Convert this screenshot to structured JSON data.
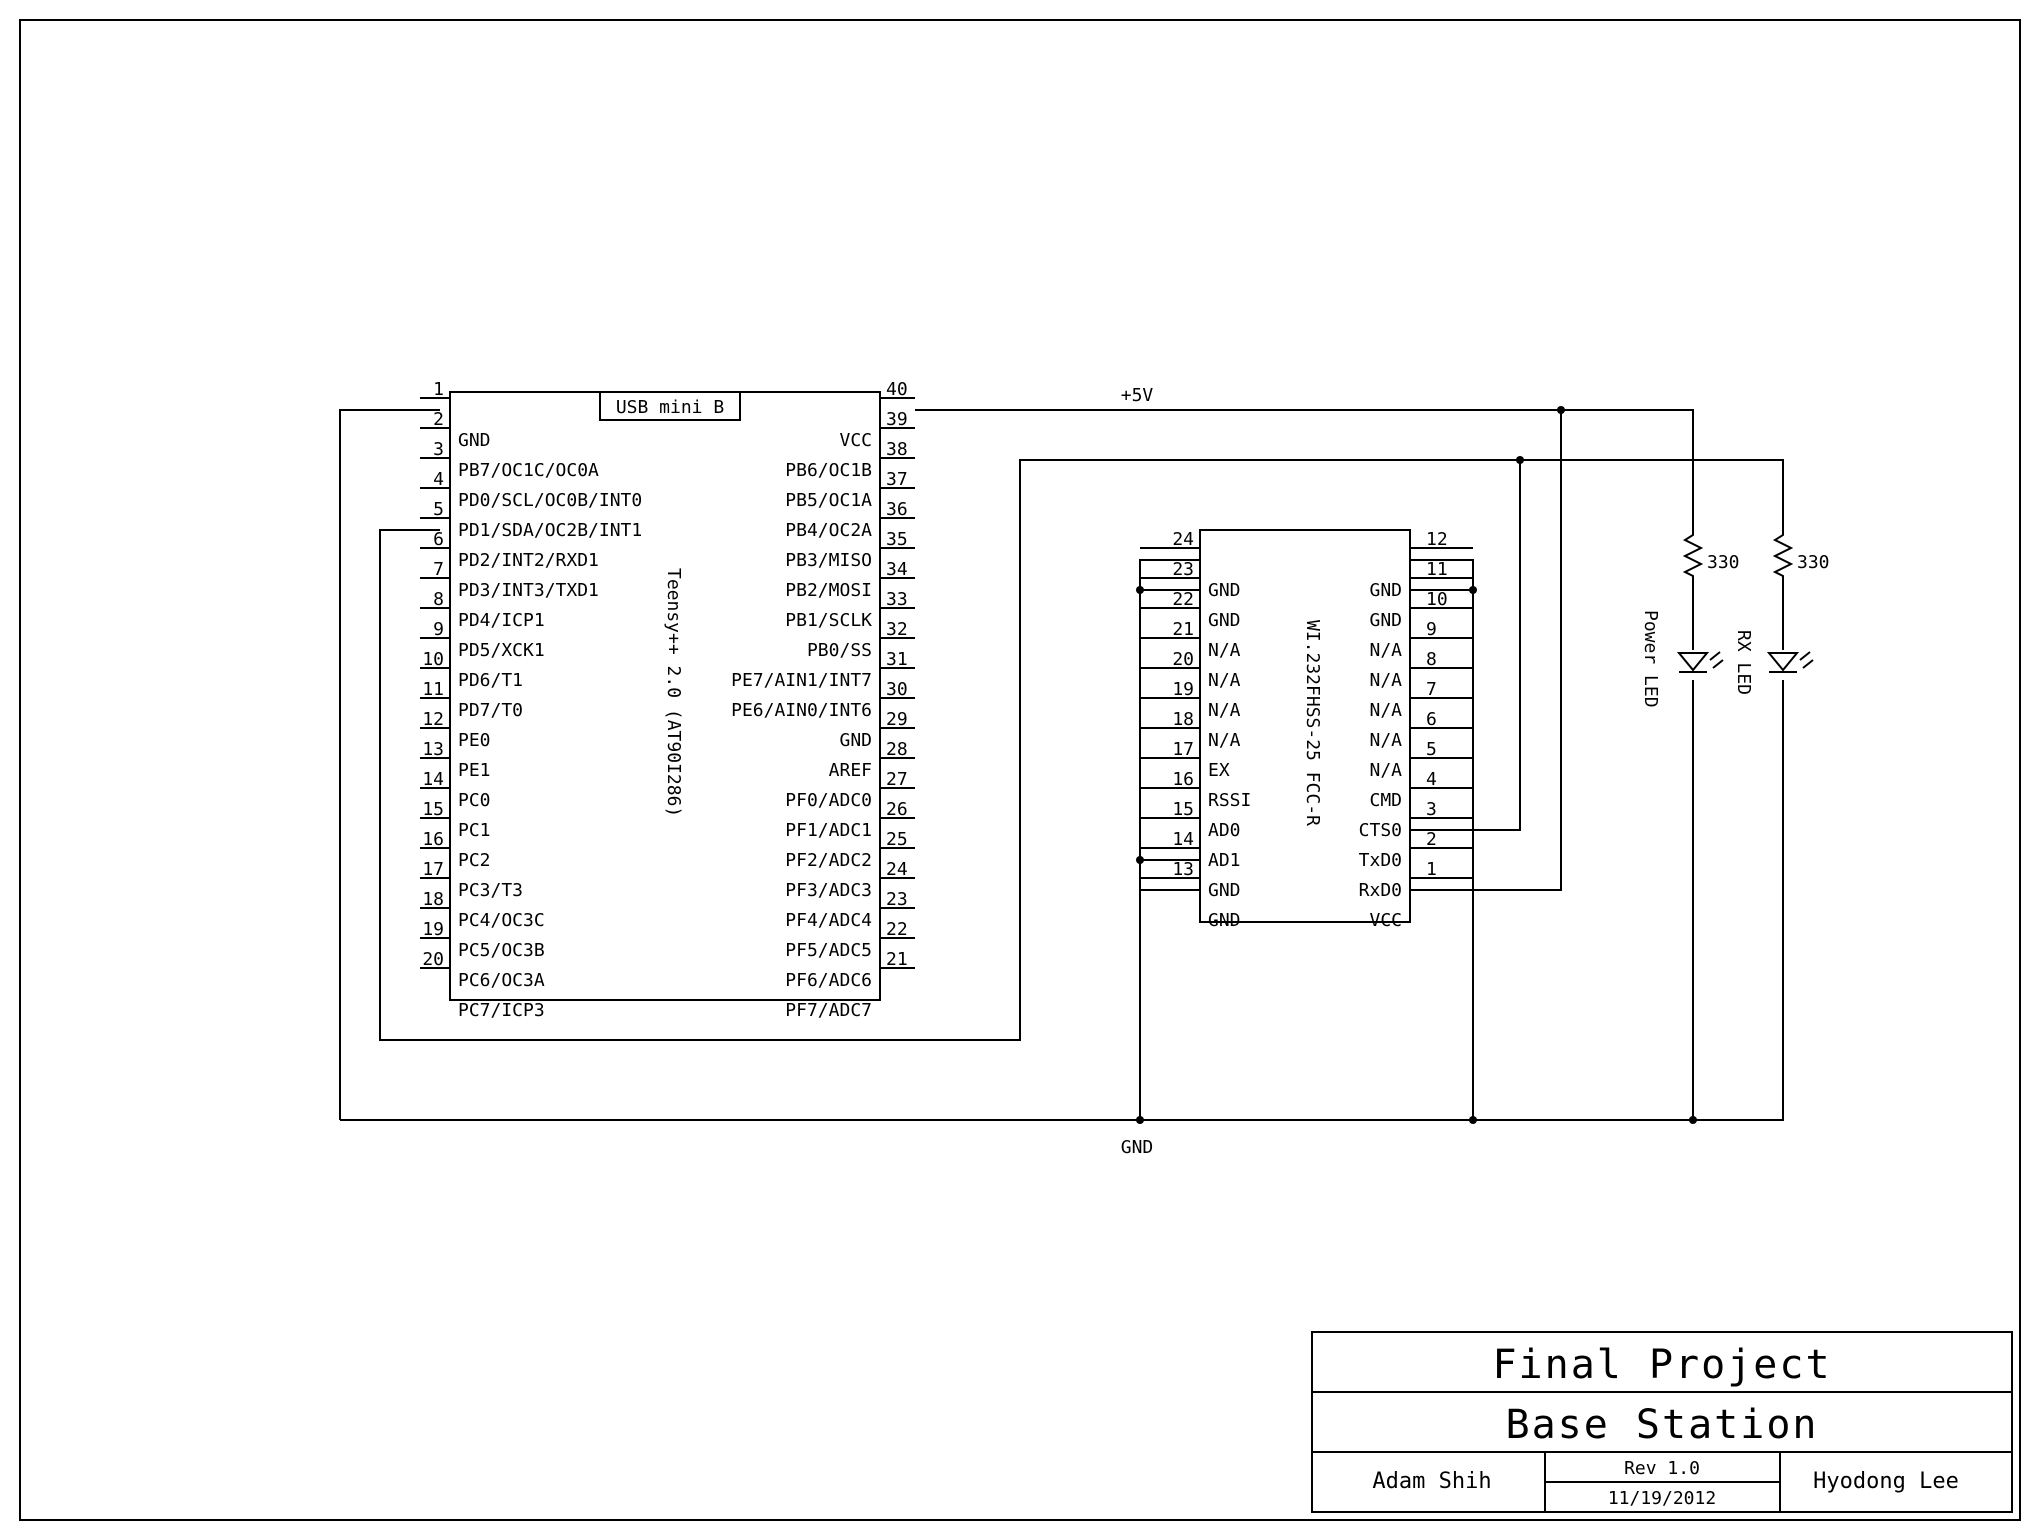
{
  "teensy": {
    "name": "Teensy++ 2.0 (AT90I286)",
    "usb_label": "USB mini B",
    "left_pins": [
      {
        "num": "1",
        "label": ""
      },
      {
        "num": "2",
        "label": "GND"
      },
      {
        "num": "3",
        "label": "PB7/OC1C/OC0A"
      },
      {
        "num": "4",
        "label": "PD0/SCL/OC0B/INT0"
      },
      {
        "num": "5",
        "label": "PD1/SDA/OC2B/INT1"
      },
      {
        "num": "6",
        "label": "PD2/INT2/RXD1"
      },
      {
        "num": "7",
        "label": "PD3/INT3/TXD1"
      },
      {
        "num": "8",
        "label": "PD4/ICP1"
      },
      {
        "num": "9",
        "label": "PD5/XCK1"
      },
      {
        "num": "10",
        "label": "PD6/T1"
      },
      {
        "num": "11",
        "label": "PD7/T0"
      },
      {
        "num": "12",
        "label": "PE0"
      },
      {
        "num": "13",
        "label": "PE1"
      },
      {
        "num": "14",
        "label": "PC0"
      },
      {
        "num": "15",
        "label": "PC1"
      },
      {
        "num": "16",
        "label": "PC2"
      },
      {
        "num": "17",
        "label": "PC3/T3"
      },
      {
        "num": "18",
        "label": "PC4/OC3C"
      },
      {
        "num": "19",
        "label": "PC5/OC3B"
      },
      {
        "num": "20",
        "label": "PC6/OC3A"
      },
      {
        "num": "",
        "label": "PC7/ICP3"
      }
    ],
    "right_pins": [
      {
        "num": "40",
        "label": ""
      },
      {
        "num": "39",
        "label": "VCC"
      },
      {
        "num": "38",
        "label": "PB6/OC1B"
      },
      {
        "num": "37",
        "label": "PB5/OC1A"
      },
      {
        "num": "36",
        "label": "PB4/OC2A"
      },
      {
        "num": "35",
        "label": "PB3/MISO"
      },
      {
        "num": "34",
        "label": "PB2/MOSI"
      },
      {
        "num": "33",
        "label": "PB1/SCLK"
      },
      {
        "num": "32",
        "label": "PB0/SS"
      },
      {
        "num": "31",
        "label": "PE7/AIN1/INT7"
      },
      {
        "num": "30",
        "label": "PE6/AIN0/INT6"
      },
      {
        "num": "29",
        "label": "GND"
      },
      {
        "num": "28",
        "label": "AREF"
      },
      {
        "num": "27",
        "label": "PF0/ADC0"
      },
      {
        "num": "26",
        "label": "PF1/ADC1"
      },
      {
        "num": "25",
        "label": "PF2/ADC2"
      },
      {
        "num": "24",
        "label": "PF3/ADC3"
      },
      {
        "num": "23",
        "label": "PF4/ADC4"
      },
      {
        "num": "22",
        "label": "PF5/ADC5"
      },
      {
        "num": "21",
        "label": "PF6/ADC6"
      },
      {
        "num": "",
        "label": "PF7/ADC7"
      }
    ]
  },
  "radio": {
    "name": "WI.232FHSS-25 FCC-R",
    "left_pins": [
      {
        "num": "24",
        "label": ""
      },
      {
        "num": "23",
        "label": "GND"
      },
      {
        "num": "22",
        "label": "GND"
      },
      {
        "num": "21",
        "label": "N/A"
      },
      {
        "num": "20",
        "label": "N/A"
      },
      {
        "num": "19",
        "label": "N/A"
      },
      {
        "num": "18",
        "label": "N/A"
      },
      {
        "num": "17",
        "label": "EX"
      },
      {
        "num": "16",
        "label": "RSSI"
      },
      {
        "num": "15",
        "label": "AD0"
      },
      {
        "num": "14",
        "label": "AD1"
      },
      {
        "num": "13",
        "label": "GND"
      },
      {
        "num": "",
        "label": "GND"
      }
    ],
    "right_pins": [
      {
        "num": "12",
        "label": ""
      },
      {
        "num": "11",
        "label": "GND"
      },
      {
        "num": "10",
        "label": "GND"
      },
      {
        "num": "9",
        "label": "N/A"
      },
      {
        "num": "8",
        "label": "N/A"
      },
      {
        "num": "7",
        "label": "N/A"
      },
      {
        "num": "6",
        "label": "N/A"
      },
      {
        "num": "5",
        "label": "N/A"
      },
      {
        "num": "4",
        "label": "CMD"
      },
      {
        "num": "3",
        "label": "CTS0"
      },
      {
        "num": "2",
        "label": "TxD0"
      },
      {
        "num": "1",
        "label": "RxD0"
      },
      {
        "num": "",
        "label": "VCC"
      }
    ]
  },
  "nets": {
    "vcc": "+5V",
    "gnd": "GND"
  },
  "resistors": [
    {
      "value": "330"
    },
    {
      "value": "330"
    }
  ],
  "leds": [
    {
      "label": "Power LED"
    },
    {
      "label": "RX LED"
    }
  ],
  "title_block": {
    "title": "Final Project",
    "subtitle": "Base Station",
    "author_left": "Adam Shih",
    "revision": "Rev 1.0",
    "date": "11/19/2012",
    "author_right": "Hyodong Lee"
  }
}
